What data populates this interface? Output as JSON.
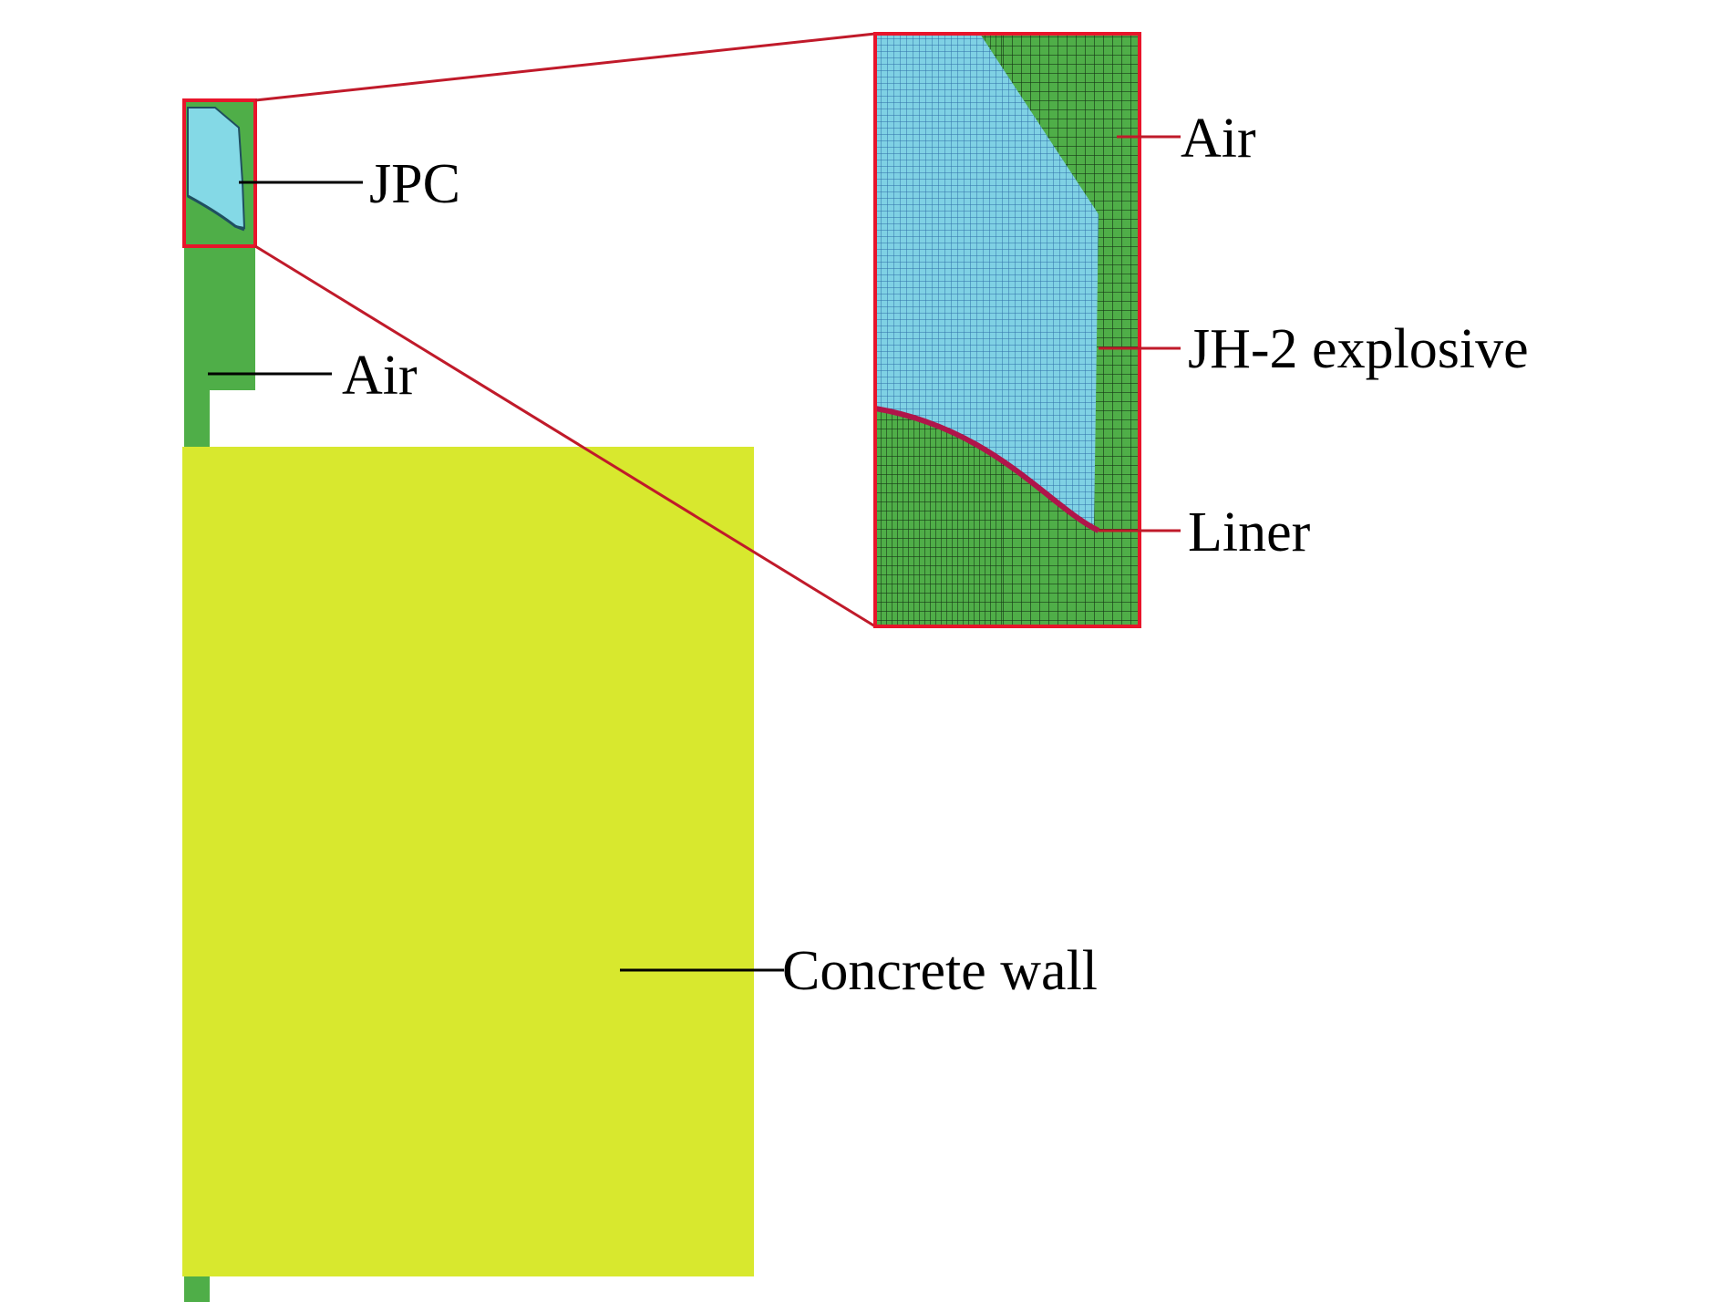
{
  "labels": {
    "jpc": "JPC",
    "air_left": "Air",
    "concrete_wall": "Concrete wall",
    "air_zoom": "Air",
    "explosive": "JH-2 explosive",
    "liner": "Liner"
  },
  "colors": {
    "air": "#4fae48",
    "explosive": "#84d9e6",
    "explosive_mesh": "#5aa7c8",
    "concrete": "#d8e82e",
    "highlight": "#e8152b",
    "leader": "#000000",
    "mesh_line": "#173a16"
  }
}
